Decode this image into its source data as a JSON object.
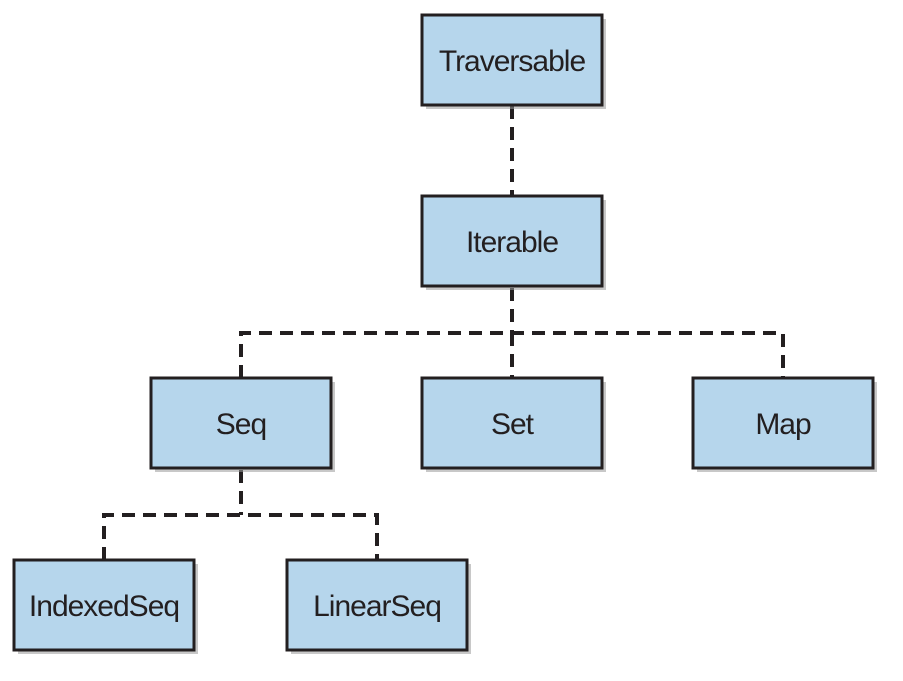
{
  "diagram": {
    "type": "class-hierarchy-tree",
    "colors": {
      "box_fill": "#b6d6ec",
      "box_border": "#231f20",
      "shadow": "#9a9a9a",
      "connector": "#231f20",
      "text": "#231f20"
    },
    "nodes": [
      {
        "id": "traversable",
        "label": "Traversable"
      },
      {
        "id": "iterable",
        "label": "Iterable"
      },
      {
        "id": "seq",
        "label": "Seq"
      },
      {
        "id": "set",
        "label": "Set"
      },
      {
        "id": "map",
        "label": "Map"
      },
      {
        "id": "indexedseq",
        "label": "IndexedSeq"
      },
      {
        "id": "linearseq",
        "label": "LinearSeq"
      }
    ],
    "edges": [
      {
        "from": "traversable",
        "to": "iterable",
        "style": "dashed"
      },
      {
        "from": "iterable",
        "to": "seq",
        "style": "dashed"
      },
      {
        "from": "iterable",
        "to": "set",
        "style": "dashed"
      },
      {
        "from": "iterable",
        "to": "map",
        "style": "dashed"
      },
      {
        "from": "seq",
        "to": "indexedseq",
        "style": "dashed"
      },
      {
        "from": "seq",
        "to": "linearseq",
        "style": "dashed"
      }
    ]
  }
}
